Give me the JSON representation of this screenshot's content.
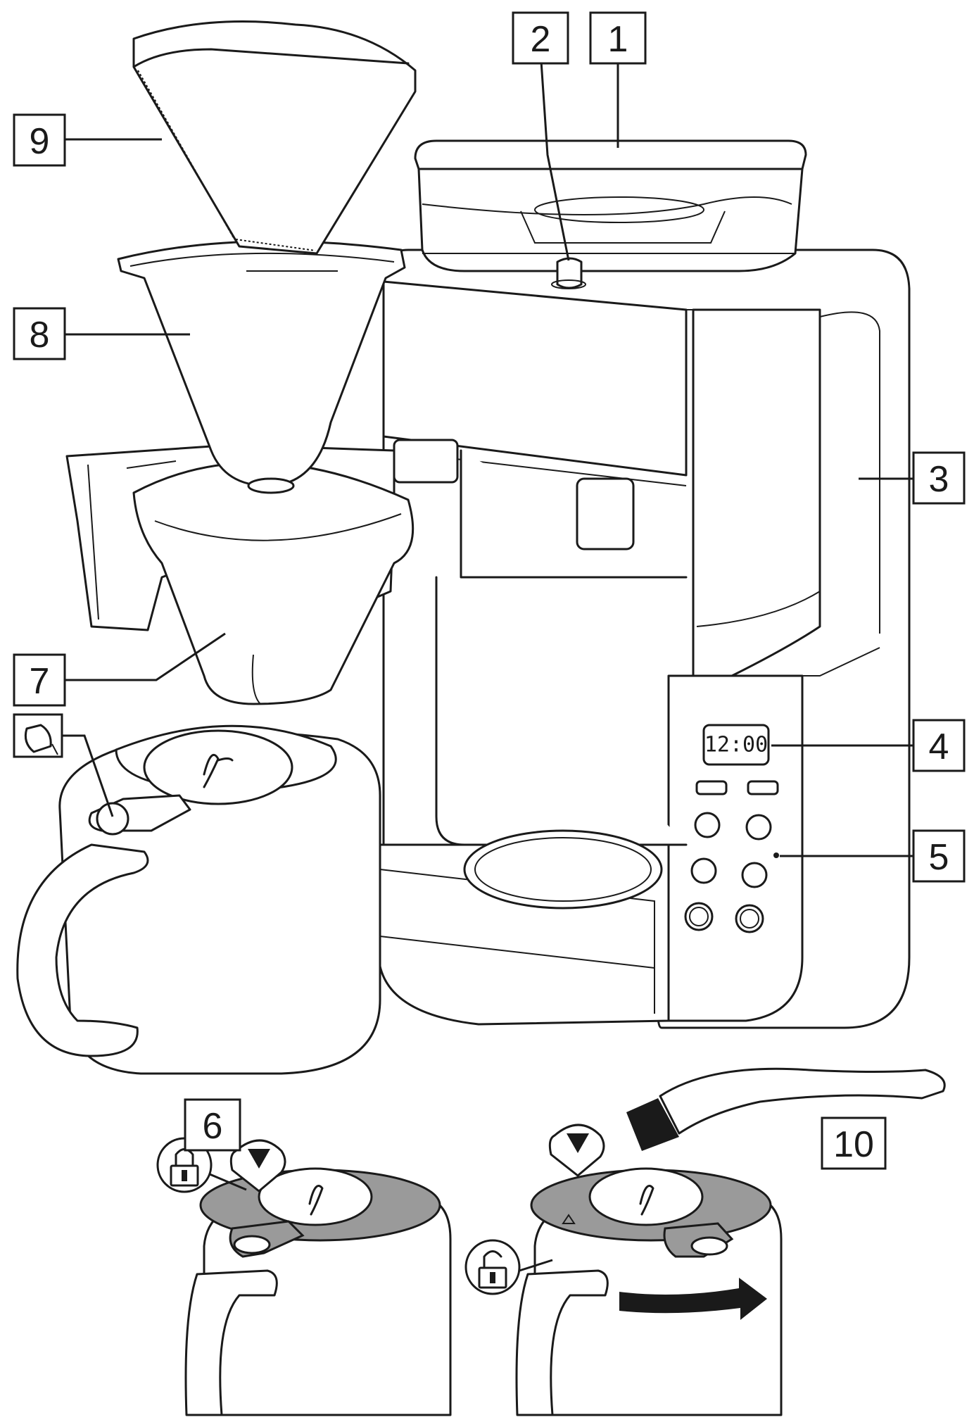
{
  "callouts": {
    "c1": "1",
    "c2": "2",
    "c3": "3",
    "c4": "4",
    "c5": "5",
    "c6": "6",
    "c7": "7",
    "c8": "8",
    "c9": "9",
    "c10": "10"
  },
  "display_time": "12:00",
  "icons": {
    "carafe_pour": "pour-carafe-icon",
    "lock_closed": "lock-closed-icon",
    "lock_open": "lock-open-icon",
    "marker": "triangle-marker-icon",
    "rotate": "rotate-arrow-icon"
  },
  "colors": {
    "line": "#1a1a1a",
    "lid_fill": "#9a9a9a",
    "background": "#ffffff"
  }
}
